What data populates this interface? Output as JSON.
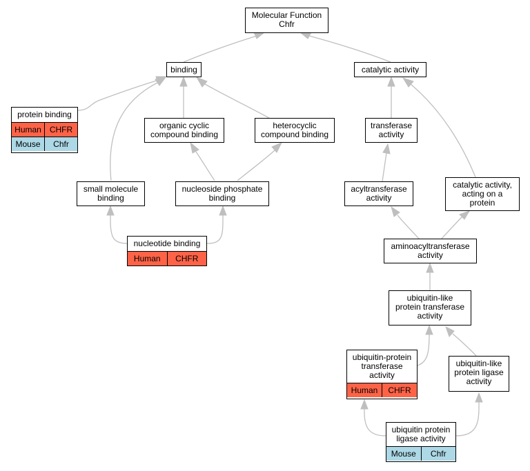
{
  "graph": {
    "nodes": {
      "molecular_function": {
        "label": "Molecular Function\nChfr"
      },
      "binding": {
        "label": "binding"
      },
      "catalytic_activity": {
        "label": "catalytic activity"
      },
      "protein_binding": {
        "label": "protein binding",
        "rows": [
          [
            "Human",
            "CHFR"
          ],
          [
            "Mouse",
            "Chfr"
          ]
        ]
      },
      "organic_cyclic": {
        "label": "organic cyclic\ncompound binding"
      },
      "heterocyclic": {
        "label": "heterocyclic\ncompound binding"
      },
      "transferase": {
        "label": "transferase\nactivity"
      },
      "small_molecule": {
        "label": "small molecule\nbinding"
      },
      "nucleoside_phosphate": {
        "label": "nucleoside phosphate\nbinding"
      },
      "acyltransferase": {
        "label": "acyltransferase\nactivity"
      },
      "catalytic_acting_on_protein": {
        "label": "catalytic activity,\nacting on a\nprotein"
      },
      "nucleotide_binding": {
        "label": "nucleotide binding",
        "rows": [
          [
            "Human",
            "CHFR"
          ]
        ]
      },
      "aminoacyltransferase": {
        "label": "aminoacyltransferase\nactivity"
      },
      "ubl_transferase": {
        "label": "ubiquitin-like\nprotein transferase\nactivity"
      },
      "ub_protein_transferase": {
        "label": "ubiquitin-protein\ntransferase\nactivity",
        "rows": [
          [
            "Human",
            "CHFR"
          ]
        ]
      },
      "ubl_ligase": {
        "label": "ubiquitin-like\nprotein ligase\nactivity"
      },
      "ub_ligase": {
        "label": "ubiquitin protein\nligase activity",
        "rows": [
          [
            "Mouse",
            "Chfr"
          ]
        ]
      }
    },
    "colors": {
      "human": "#ff6347",
      "mouse": "#add8e6",
      "edge": "#bfbfbf"
    }
  }
}
